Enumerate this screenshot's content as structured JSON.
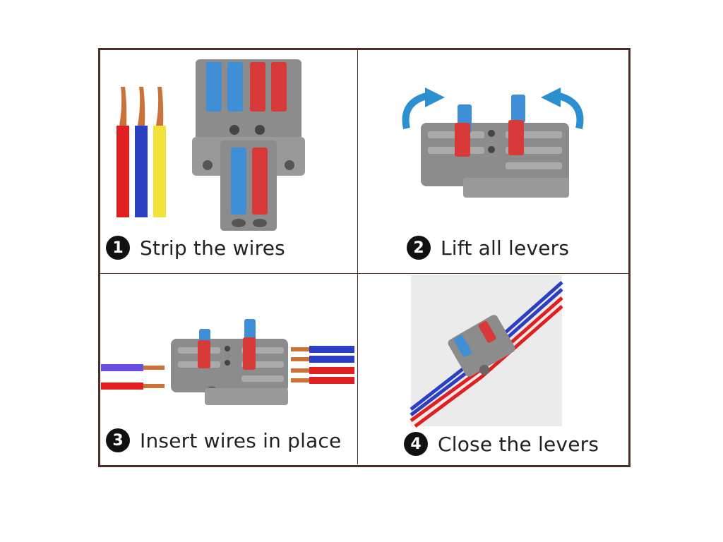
{
  "steps": [
    {
      "number": "1",
      "label": "Strip the wires"
    },
    {
      "number": "2",
      "label": "Lift all levers"
    },
    {
      "number": "3",
      "label": "Insert wires in place"
    },
    {
      "number": "4",
      "label": "Close the levers"
    }
  ],
  "colors": {
    "frame": "#4a2f27",
    "connector_body": "#8c8c8c",
    "lever_blue": "#3f8fd6",
    "lever_red": "#d83a3a",
    "arrow": "#2b8fd0",
    "wire_red": "#e02020",
    "wire_blue": "#2b3fc4",
    "wire_yellow": "#f2e23a",
    "copper": "#c9733a"
  }
}
